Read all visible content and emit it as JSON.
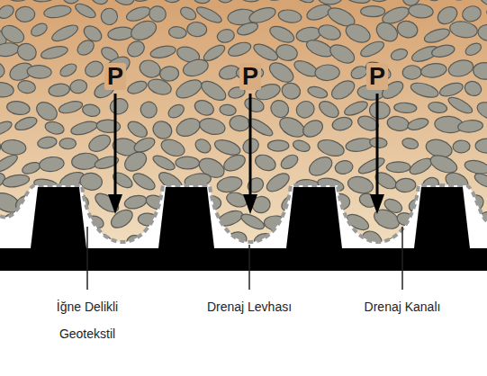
{
  "diagram": {
    "labels": [
      "P",
      "P",
      "P",
      "İğne Delikli Geotekstil",
      "Drenaj Levhası",
      "Drenaj Kanalı"
    ]
  }
}
